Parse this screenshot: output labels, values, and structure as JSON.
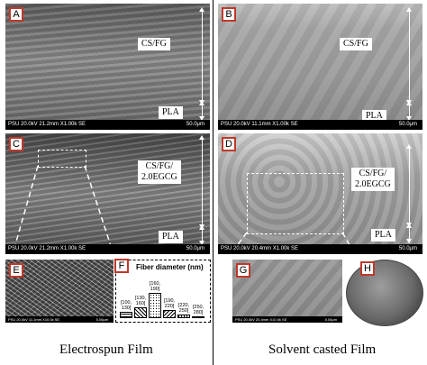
{
  "panels": {
    "A": {
      "label": "A",
      "top_layer": "CS/FG",
      "bottom_layer": "PLA",
      "info": "PSU 20.0kV 21.2mm X1.00k SE",
      "scale": "50.0μm"
    },
    "B": {
      "label": "B",
      "top_layer": "CS/FG",
      "bottom_layer": "PLA",
      "info": "PSU 20.0kV 11.1mm X1.00k SE",
      "scale": "50.0μm"
    },
    "C": {
      "label": "C",
      "top_layer_line1": "CS/FG/",
      "top_layer_line2": "2.0EGCG",
      "bottom_layer": "PLA",
      "info": "PSU 20.0kV 21.2mm X1.00k SE",
      "scale": "50.0μm"
    },
    "D": {
      "label": "D",
      "top_layer_line1": "CS/FG/",
      "top_layer_line2": "2.0EGCG",
      "bottom_layer": "PLA",
      "info": "PSU 20.0kV 20.4mm X1.00k SE",
      "scale": "50.0μm"
    },
    "E": {
      "label": "E",
      "info": "PSU 20.0kV 11.1mm X10.0k SE",
      "scale": "5.00μm"
    },
    "F": {
      "label": "F"
    },
    "G": {
      "label": "G",
      "info": "PSU 20.0kV 20.4mm X10.0k SE",
      "scale": "5.00μm"
    },
    "H": {
      "label": "H"
    }
  },
  "histogram": {
    "title": "Fiber diameter (nm)",
    "bins": [
      {
        "label": "[100,\n130]",
        "height": 0.22
      },
      {
        "label": "[130,\n160]",
        "height": 0.4
      },
      {
        "label": "[160,\n190]",
        "height": 0.95
      },
      {
        "label": "[190,\n220]",
        "height": 0.3
      },
      {
        "label": "[220,\n250]",
        "height": 0.14
      },
      {
        "label": "[250,\n280]",
        "height": 0.08
      }
    ]
  },
  "captions": {
    "left": "Electrospun Film",
    "right": "Solvent casted Film"
  }
}
